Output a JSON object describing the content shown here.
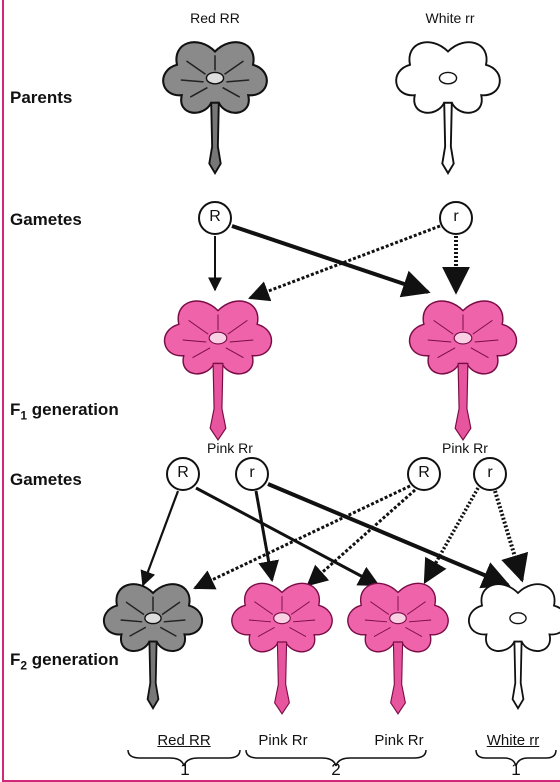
{
  "row_labels": {
    "parents": "Parents",
    "gametes_1": "Gametes",
    "f1_prefix": "F",
    "f1_sub": "1",
    "f1_suffix": " generation",
    "gametes_2": "Gametes",
    "f2_prefix": "F",
    "f2_sub": "2",
    "f2_suffix": " generation"
  },
  "parents": [
    {
      "label": "Red RR",
      "color": "red-lineart"
    },
    {
      "label": "White rr",
      "color": "white-lineart"
    }
  ],
  "gametes_1": [
    "R",
    "r"
  ],
  "f1": [
    {
      "label": "Pink Rr"
    },
    {
      "label": "Pink Rr"
    }
  ],
  "gametes_2": [
    "R",
    "r",
    "R",
    "r"
  ],
  "f2": [
    {
      "label": "Red RR"
    },
    {
      "label": "Pink Rr"
    },
    {
      "label": "Pink Rr"
    },
    {
      "label": "White rr"
    }
  ],
  "ratios": [
    "1",
    "2",
    "1"
  ],
  "colors": {
    "pink": "#e8559f",
    "pink_dark": "#d1247f",
    "frame": "#d2287a"
  }
}
